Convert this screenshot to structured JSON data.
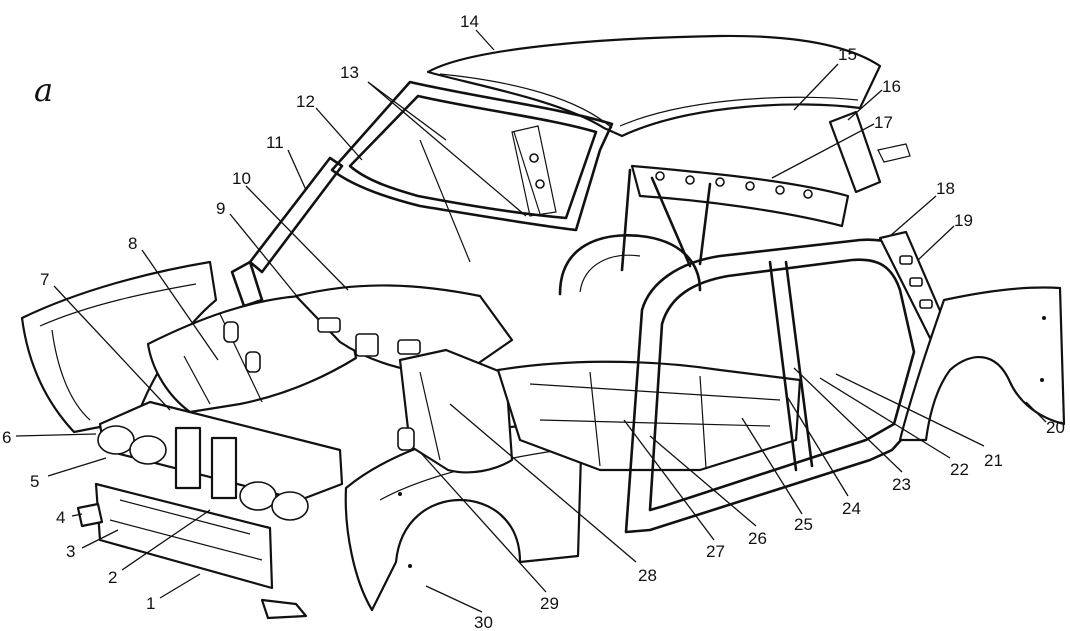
{
  "figure_label": "a",
  "callouts": [
    "1",
    "2",
    "3",
    "4",
    "5",
    "6",
    "7",
    "8",
    "9",
    "10",
    "11",
    "12",
    "13",
    "14",
    "15",
    "16",
    "17",
    "18",
    "19",
    "20",
    "21",
    "22",
    "23",
    "24",
    "25",
    "26",
    "27",
    "28",
    "29",
    "30"
  ]
}
